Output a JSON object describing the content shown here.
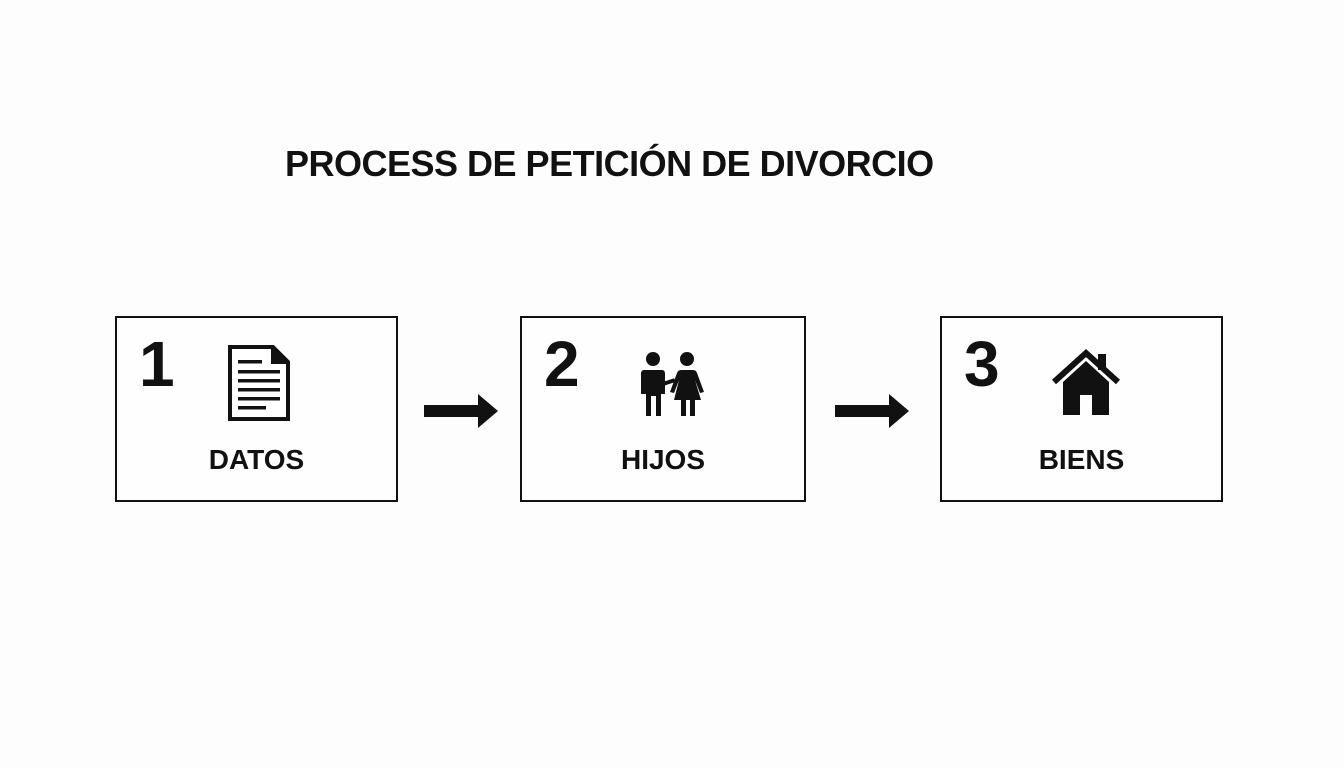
{
  "title": "PROCESS DE PETICIÓN DE DIVORCIO",
  "steps": [
    {
      "number": "1",
      "label": "DATOS",
      "icon": "document-icon"
    },
    {
      "number": "2",
      "label": "HIJOS",
      "icon": "family-icon"
    },
    {
      "number": "3",
      "label": "BIENS",
      "icon": "house-icon"
    }
  ],
  "colors": {
    "stroke": "#111111",
    "background": "#fdfdfd"
  }
}
